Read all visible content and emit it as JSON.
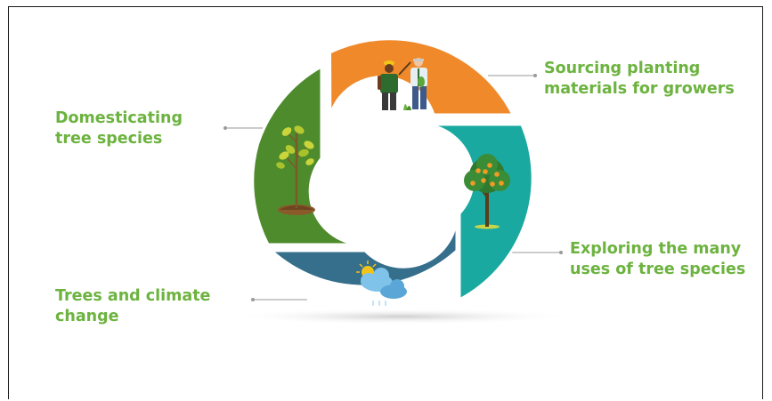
{
  "cycle": {
    "segments": [
      {
        "label": "Sourcing planting materials for growers",
        "line1": "Sourcing planting",
        "line2": "materials for growers",
        "color": "#f0892a",
        "icon": "farmers-icon"
      },
      {
        "label": "Exploring the many uses of tree species",
        "line1": "Exploring the many",
        "line2": "uses of tree species",
        "color": "#1aa9a0",
        "icon": "fruit-tree-icon"
      },
      {
        "label": "Trees and climate change",
        "line1": "Trees and climate",
        "line2": "change",
        "color": "#356f8c",
        "icon": "weather-cloud-icon"
      },
      {
        "label": "Domesticating tree species",
        "line1": "Domesticating",
        "line2": "tree species",
        "color": "#4e8b2c",
        "icon": "sapling-icon"
      }
    ],
    "label_color": "#6cb33f"
  }
}
